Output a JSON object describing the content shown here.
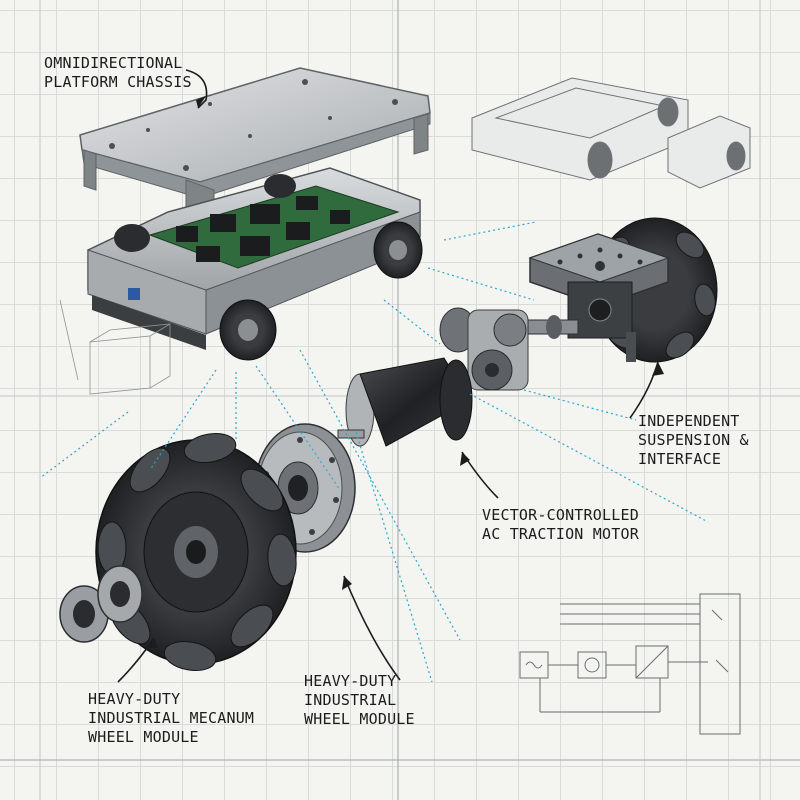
{
  "diagram": {
    "labels": {
      "chassis": [
        "OMNIDIRECTIONAL",
        "PLATFORM CHASSIS"
      ],
      "suspension": [
        "INDEPENDENT",
        "SUSPENSION &",
        "INTERFACE"
      ],
      "motor": [
        "VECTOR-CONTROLLED",
        "AC TRACTION MOTOR"
      ],
      "hub": [
        "HEAVY-DUTY",
        "INDUSTRIAL",
        "WHEEL MODULE"
      ],
      "mecanum": [
        "HEAVY-DUTY",
        "INDUSTRIAL MECANUM",
        "WHEEL MODULE"
      ]
    },
    "colors": {
      "background": "#f4f4f0",
      "grid": "#d9dbd8",
      "leader_line": "#2aa7d3",
      "metal": "#b8bcbf",
      "rubber": "#2b2d30",
      "pcb": "#2f6b3c"
    }
  }
}
